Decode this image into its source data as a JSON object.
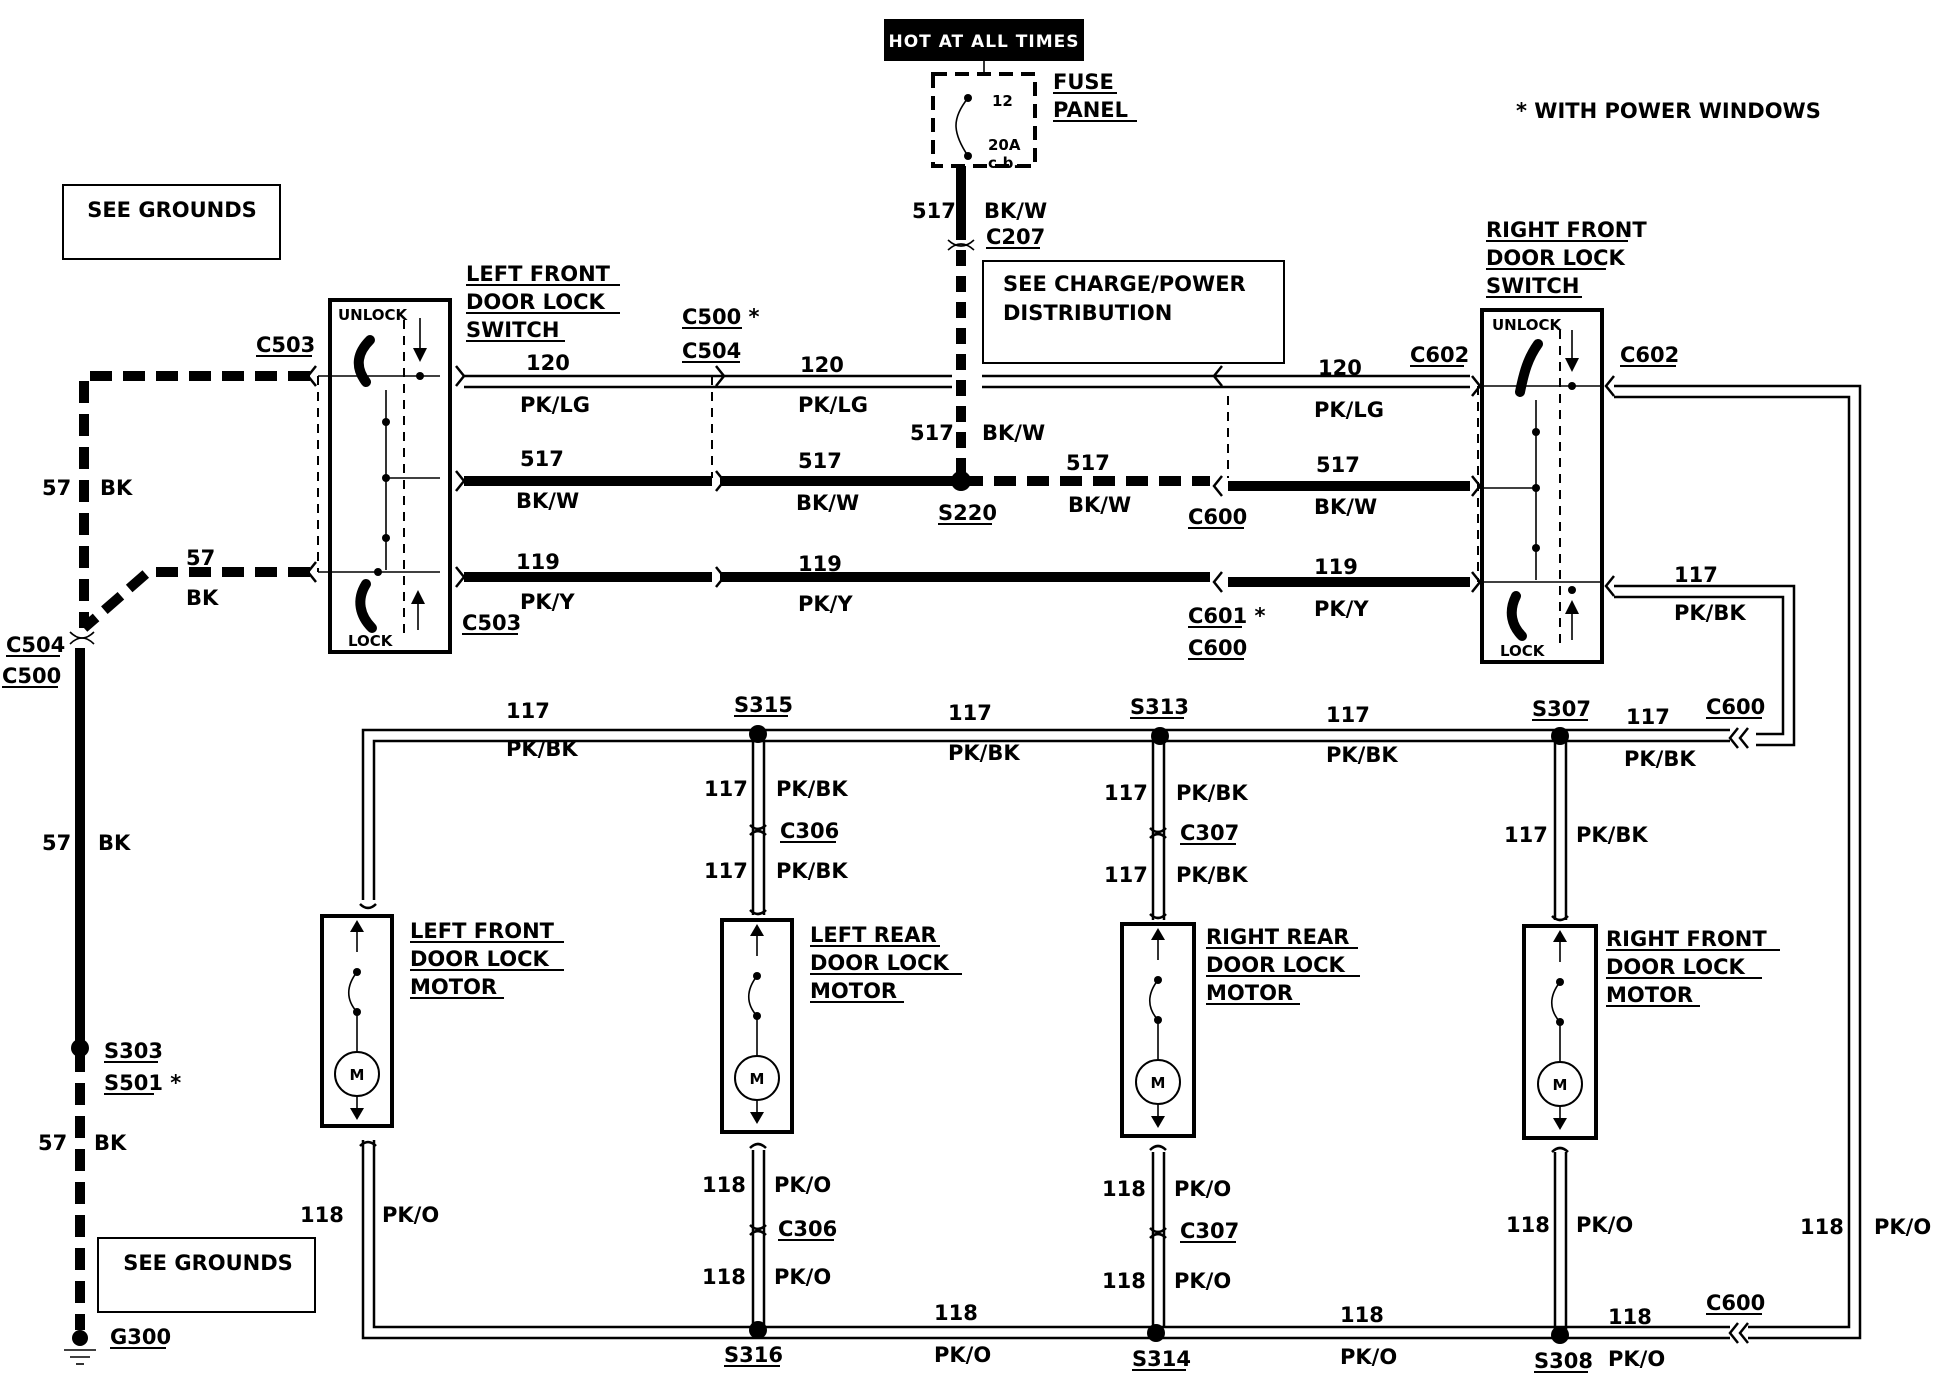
{
  "header": {
    "hot_at_all_times": "HOT AT ALL TIMES",
    "fuse_number": "12",
    "fuse_rating": "20A",
    "fuse_type": "c.b.",
    "fuse_panel_line1": "FUSE",
    "fuse_panel_line2": "PANEL",
    "footnote": "* WITH POWER WINDOWS",
    "see_grounds": "SEE GROUNDS",
    "see_charge_line1": "SEE CHARGE/POWER",
    "see_charge_line2": "DISTRIBUTION"
  },
  "switches": {
    "left": {
      "line1": "LEFT FRONT",
      "line2": "DOOR LOCK",
      "line3": "SWITCH",
      "unlock": "UNLOCK",
      "lock": "LOCK"
    },
    "right": {
      "line1": "RIGHT FRONT",
      "line2": "DOOR LOCK",
      "line3": "SWITCH",
      "unlock": "UNLOCK",
      "lock": "LOCK"
    }
  },
  "motors": {
    "symbol": "M",
    "lf": {
      "line1": "LEFT FRONT",
      "line2": "DOOR LOCK",
      "line3": "MOTOR"
    },
    "lr": {
      "line1": "LEFT REAR",
      "line2": "DOOR LOCK",
      "line3": "MOTOR"
    },
    "rr": {
      "line1": "RIGHT REAR",
      "line2": "DOOR LOCK",
      "line3": "MOTOR"
    },
    "rf": {
      "line1": "RIGHT FRONT",
      "line2": "DOOR LOCK",
      "line3": "MOTOR"
    }
  },
  "connectors": {
    "c207": "C207",
    "c503_top": "C503",
    "c503_bot": "C503",
    "c500_star": "C500 *",
    "c504_top": "C504",
    "c602_left": "C602",
    "c602_right": "C602",
    "c600_mid": "C600",
    "c601": "C601 *",
    "c600_mid2": "C600",
    "c504_left": "C504",
    "c500_left": "C500",
    "c600_117": "C600",
    "c600_bottom": "C600",
    "c306_top": "C306",
    "c307_top": "C307",
    "c306_bot": "C306",
    "c307_bot": "C307",
    "s220": "S220",
    "s315": "S315",
    "s313": "S313",
    "s307": "S307",
    "s316": "S316",
    "s314": "S314",
    "s308": "S308",
    "s303": "S303",
    "s501": "S501 *",
    "g300": "G300"
  },
  "wires": {
    "w517_top_num": "517",
    "w517_top_col": "BK/W",
    "w517_mid_num": "517",
    "w517_mid_col": "BK/W",
    "l1_120": "120",
    "l1_pklg": "PK/LG",
    "l2_120": "120",
    "l2_pklg": "PK/LG",
    "l3_120": "120",
    "l3_pklg": "PK/LG",
    "l1_517": "517",
    "l1_bkw": "BK/W",
    "l2_517": "517",
    "l2_bkw": "BK/W",
    "l3_517": "517",
    "l3_bkw": "BK/W",
    "l4_517": "517",
    "l4_bkw": "BK/W",
    "l1_119": "119",
    "l1_pky": "PK/Y",
    "l2_119": "119",
    "l2_pky": "PK/Y",
    "l3_119": "119",
    "l3_pky": "PK/Y",
    "g57_a": "57",
    "g_bk_a": "BK",
    "g57_b": "57",
    "g_bk_b": "BK",
    "g57_c": "57",
    "g_bk_c": "BK",
    "g57_d": "57",
    "g_bk_d": "BK",
    "r117_num": "117",
    "r117_col": "PK/BK",
    "h117_1": "117",
    "h117_1c": "PK/BK",
    "h117_2": "117",
    "h117_2c": "PK/BK",
    "h117_3": "117",
    "h117_3c": "PK/BK",
    "h117_4": "117",
    "h117_4c": "PK/BK",
    "v117_a1": "117",
    "v117_a1c": "PK/BK",
    "v117_a2": "117",
    "v117_a2c": "PK/BK",
    "v117_b1": "117",
    "v117_b1c": "PK/BK",
    "v117_b2": "117",
    "v117_b2c": "PK/BK",
    "v117_c1": "117",
    "v117_c1c": "PK/BK",
    "v118_lf": "118",
    "v118_lfc": "PK/O",
    "v118_a1": "118",
    "v118_a1c": "PK/O",
    "v118_a2": "118",
    "v118_a2c": "PK/O",
    "v118_b1": "118",
    "v118_b1c": "PK/O",
    "v118_b2": "118",
    "v118_b2c": "PK/O",
    "v118_c1": "118",
    "v118_c1c": "PK/O",
    "v118_r": "118",
    "v118_rc": "PK/O",
    "h118_1": "118",
    "h118_1c": "PK/O",
    "h118_2": "118",
    "h118_2c": "PK/O",
    "h118_3": "118",
    "h118_3c": "PK/O"
  }
}
